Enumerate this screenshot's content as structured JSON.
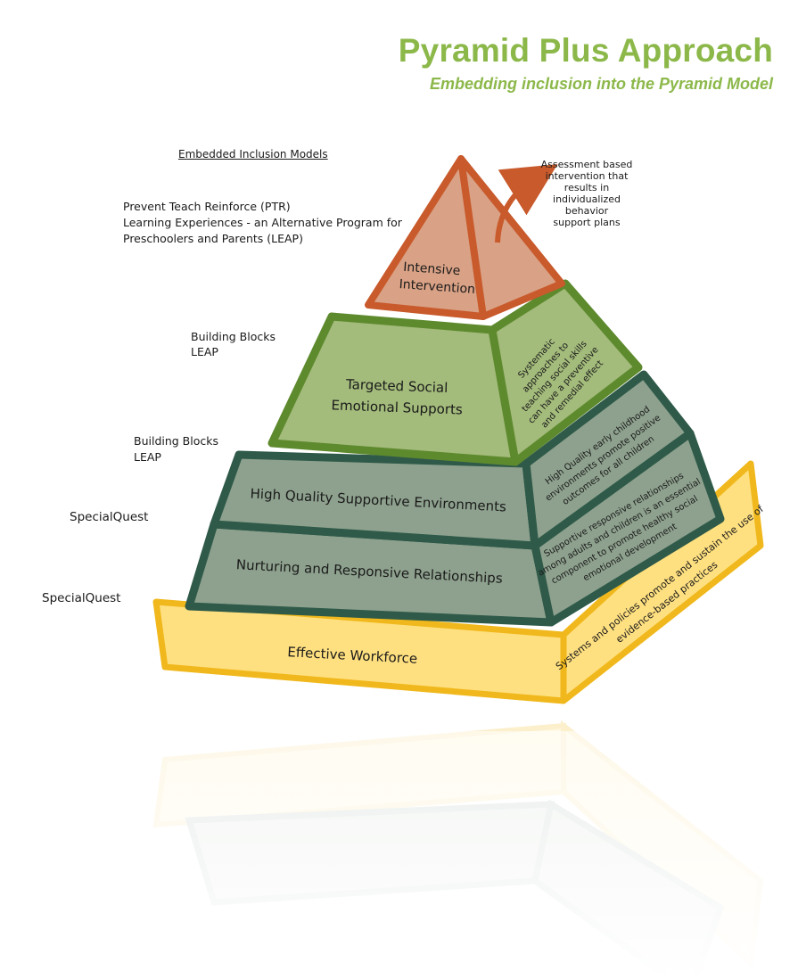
{
  "header": {
    "title": "Pyramid Plus Approach",
    "subtitle": "Embedding inclusion into the Pyramid Model"
  },
  "side_labels": {
    "heading": "Embedded Inclusion Models",
    "top_line1": "Prevent Teach Reinforce (PTR)",
    "top_line2": "Learning Experiences - an Alternative Program for",
    "top_line3": "Preschoolers and Parents (LEAP)",
    "tier2_line1": "Building Blocks",
    "tier2_line2": "LEAP",
    "tier3_line1": "Building Blocks",
    "tier3_line2": "LEAP",
    "tier4": "SpecialQuest",
    "tier5": "SpecialQuest"
  },
  "pyramid": {
    "tier1": {
      "line1": "Intensive",
      "line2": "Intervention",
      "fill": "#d9a185",
      "stroke": "#c85a2c"
    },
    "tier2": {
      "line1": "Targeted Social",
      "line2": "Emotional Supports",
      "side_line1": "Systematic",
      "side_line2": "approaches to",
      "side_line3": "teaching social skills",
      "side_line4": "can have a preventive",
      "side_line5": "and remedial effect",
      "fill": "#a3bb7b",
      "stroke": "#5e8a2e"
    },
    "tier3": {
      "label": "High Quality Supportive Environments",
      "side_line1": "High Quality early childhood",
      "side_line2": "environments promote positive",
      "side_line3": "outcomes for all children",
      "fill": "#8ea18e",
      "stroke": "#2f5a49"
    },
    "tier4": {
      "label": "Nurturing and Responsive Relationships",
      "side_line1": "Supportive responsive relationships",
      "side_line2": "among adults and children is an essential",
      "side_line3": "component to promote healthy social",
      "side_line4": "emotional development",
      "fill": "#8ea18e",
      "stroke": "#2f5a49"
    },
    "base": {
      "label": "Effective Workforce",
      "side_line1": "Systems and policies promote and sustain the use of",
      "side_line2": "evidence-based practices",
      "fill": "#ffe080",
      "stroke": "#f0b81c"
    },
    "callout_line1": "Assessment based",
    "callout_line2": "intervention that",
    "callout_line3": "results in",
    "callout_line4": "individualized",
    "callout_line5": "behavior",
    "callout_line6": "support plans",
    "arrow_color": "#c85a2c"
  }
}
